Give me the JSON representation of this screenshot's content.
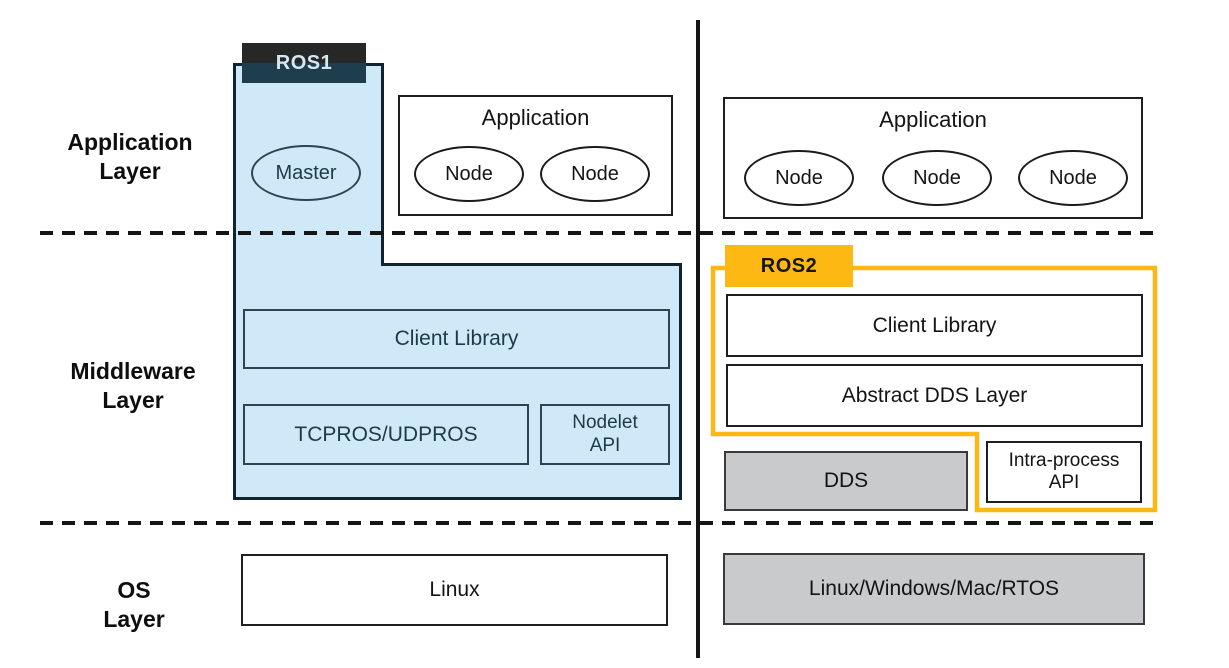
{
  "title": "ROS1 vs ROS2 layered architecture diagram",
  "layer_labels": {
    "application": [
      "Application",
      "Layer"
    ],
    "middleware": [
      "Middleware",
      "Layer"
    ],
    "os": [
      "OS",
      "Layer"
    ]
  },
  "ros1": {
    "tag": "ROS1",
    "master": "Master",
    "application": {
      "title": "Application",
      "nodes": [
        "Node",
        "Node"
      ]
    },
    "client_library": "Client Library",
    "transport": "TCPROS/UDPROS",
    "nodelet_api": [
      "Nodelet",
      "API"
    ],
    "os_box": "Linux"
  },
  "ros2": {
    "tag": "ROS2",
    "application": {
      "title": "Application",
      "nodes": [
        "Node",
        "Node",
        "Node"
      ]
    },
    "client_library": "Client Library",
    "abstract_dds": "Abstract DDS Layer",
    "dds": "DDS",
    "intra_process_api": [
      "Intra-process",
      "API"
    ],
    "os_box": "Linux/Windows/Mac/RTOS"
  },
  "colors": {
    "blue_fill": "#cfe9f8",
    "blue_border": "#0f2430",
    "blue_inner_border": "#2a4656",
    "blue_text": "#1d3a49",
    "ros1_tag_top": "#272727",
    "ros1_tag_overlap": "#1e3d4d",
    "ros2_yellow": "#fdb813",
    "gray_fill": "#c9cacb",
    "line_color": "#151515"
  }
}
